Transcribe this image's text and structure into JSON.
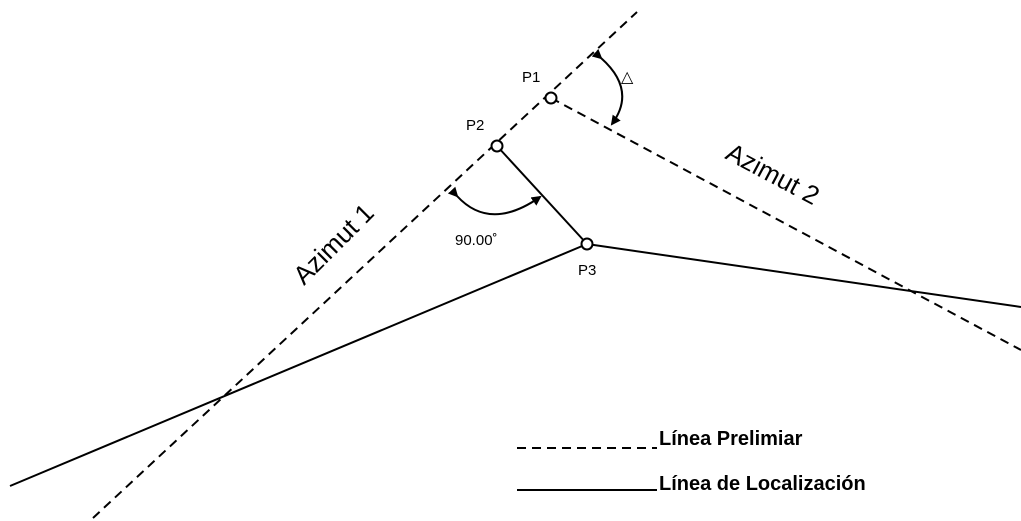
{
  "points": {
    "p1": "P1",
    "p2": "P2",
    "p3": "P3"
  },
  "azimuths": {
    "az1": "Azimut 1",
    "az2": "Azimut 2"
  },
  "angles": {
    "right_angle": "90.00˚",
    "delta": "△"
  },
  "legend": {
    "preliminary": "Línea Prelimiar",
    "location": "Línea de Localización"
  }
}
